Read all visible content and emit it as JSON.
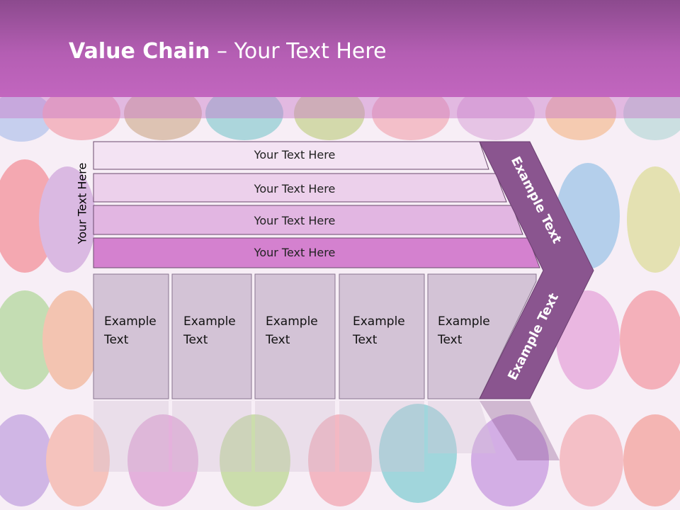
{
  "slide": {
    "title_bold": "Value Chain",
    "title_rest": " – Your Text Here",
    "side_label": "Your Text Here"
  },
  "bars": [
    {
      "label": "Your Text Here"
    },
    {
      "label": "Your Text Here"
    },
    {
      "label": "Your Text Here"
    },
    {
      "label": "Your Text Here"
    }
  ],
  "boxes": [
    {
      "line1": "Example",
      "line2": "Text"
    },
    {
      "line1": "Example",
      "line2": "Text"
    },
    {
      "line1": "Example",
      "line2": "Text"
    },
    {
      "line1": "Example",
      "line2": "Text"
    },
    {
      "line1": "Example",
      "line2": "Text"
    }
  ],
  "chevron": {
    "upper_label": "Example Text",
    "lower_label": "Example Text"
  },
  "colors": {
    "header": "#b45eb3",
    "bar1": "#f3e3f3",
    "bar2": "#ecd0eb",
    "bar3": "#e2b6e2",
    "bar4": "#d481cf",
    "box": "#d3c3d6",
    "chevron": "#8a558f"
  }
}
